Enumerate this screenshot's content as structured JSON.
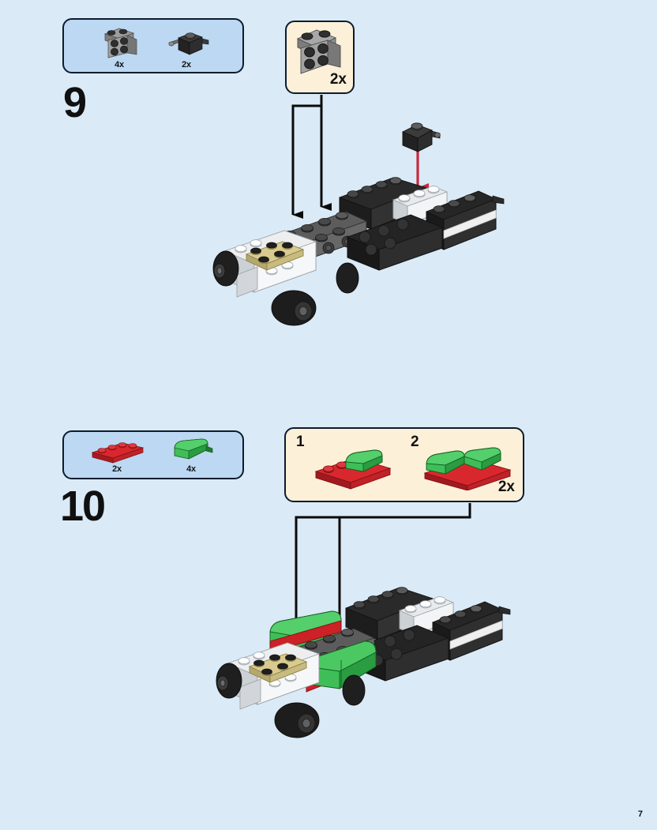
{
  "page": {
    "number": "7",
    "background_color": "#daeaf6"
  },
  "colors": {
    "parts_box_fill": "#bcd8f2",
    "callout_box_fill": "#fdf0d8",
    "box_border": "#0d1b2e",
    "arrow_black": "#0a0a0a",
    "arrow_red": "#c8283c",
    "brick_green": "#2ea84a",
    "brick_red": "#cc2127",
    "brick_dark_grey": "#4a4a4a",
    "brick_black": "#272727",
    "brick_white": "#eef0f2",
    "brick_tan": "#d6c88c",
    "brick_light_grey": "#9a9a9a"
  },
  "steps": [
    {
      "id": "step-9",
      "number": "9",
      "parts_box": {
        "parts": [
          {
            "name": "bracket-1x2-2x2",
            "qty": "4x",
            "color": "#8d8d8d",
            "icon": "bracket-brick-icon"
          },
          {
            "name": "brick-1x1-with-clip",
            "qty": "2x",
            "color": "#2b2b2b",
            "icon": "clip-brick-icon"
          }
        ]
      },
      "callout": {
        "qty": "2x",
        "part": {
          "name": "bracket-1x2-2x2",
          "color": "#8d8d8d"
        },
        "substeps": []
      },
      "model": {
        "name": "car-chassis-assembly-step-9",
        "description": "Partially built black and white car chassis with tan plate, dark grey bracket plate area and wheels"
      },
      "arrows": [
        {
          "type": "black",
          "label": "placement-arrow-left"
        },
        {
          "type": "black",
          "label": "placement-arrow-right"
        },
        {
          "type": "red",
          "label": "clip-brick-placement-arrow"
        }
      ]
    },
    {
      "id": "step-10",
      "number": "10",
      "parts_box": {
        "parts": [
          {
            "name": "plate-1x4",
            "qty": "2x",
            "color": "#cc2127",
            "icon": "red-plate-icon"
          },
          {
            "name": "slope-curved-2x2",
            "qty": "4x",
            "color": "#2ea84a",
            "icon": "green-slope-icon"
          }
        ]
      },
      "callout": {
        "qty": "2x",
        "substeps": [
          {
            "number": "1",
            "description": "place one green curved slope onto red 1x4 plate"
          },
          {
            "number": "2",
            "description": "place second green curved slope to complete sub-assembly"
          }
        ]
      },
      "model": {
        "name": "car-chassis-assembly-step-10",
        "description": "Car chassis with green and red side panel sub-assemblies attached to mid-section"
      },
      "arrows": [
        {
          "type": "black",
          "label": "placement-arrow-left"
        },
        {
          "type": "black",
          "label": "placement-arrow-right"
        }
      ]
    }
  ]
}
